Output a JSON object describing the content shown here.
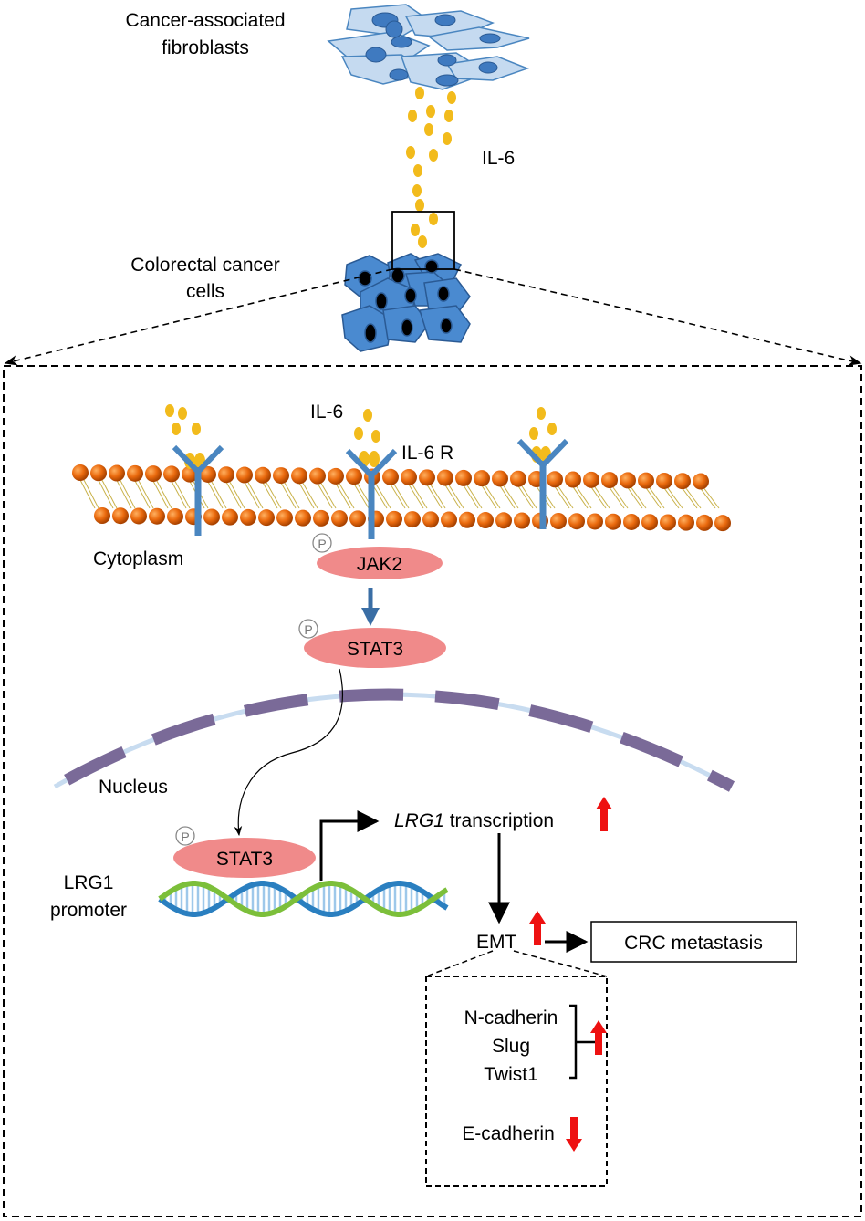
{
  "labels": {
    "caf": [
      "Cancer-associated",
      "fibroblasts"
    ],
    "il6_top": "IL-6",
    "crc_cells": [
      "Colorectal cancer",
      "cells"
    ],
    "il6_membrane": "IL-6",
    "il6r": "IL-6 R",
    "cytoplasm": "Cytoplasm",
    "p": "P",
    "jak2": "JAK2",
    "stat3_cyto": "STAT3",
    "nucleus": "Nucleus",
    "stat3_nuc": "STAT3",
    "lrg1_promoter": [
      "LRG1",
      "promoter"
    ],
    "lrg1_gene": "LRG1",
    "transcription": " transcription",
    "emt": "EMT",
    "crc_metastasis": "CRC metastasis",
    "up_markers": [
      "N-cadherin",
      "Slug",
      "Twist1"
    ],
    "down_marker": "E-cadherin"
  },
  "colors": {
    "cell_blue": "#4a8ad0",
    "fibroblast_fill": "#c5daf0",
    "il6_yellow": "#f2bb1c",
    "protein_pink": "#f08a8a",
    "lipid_orange": "#ea6a0e",
    "nuclear_dark": "#7a6a98",
    "nuclear_light": "#c8dcf0",
    "up_red": "#ee1111",
    "receptor_blue": "#4a86c0"
  }
}
